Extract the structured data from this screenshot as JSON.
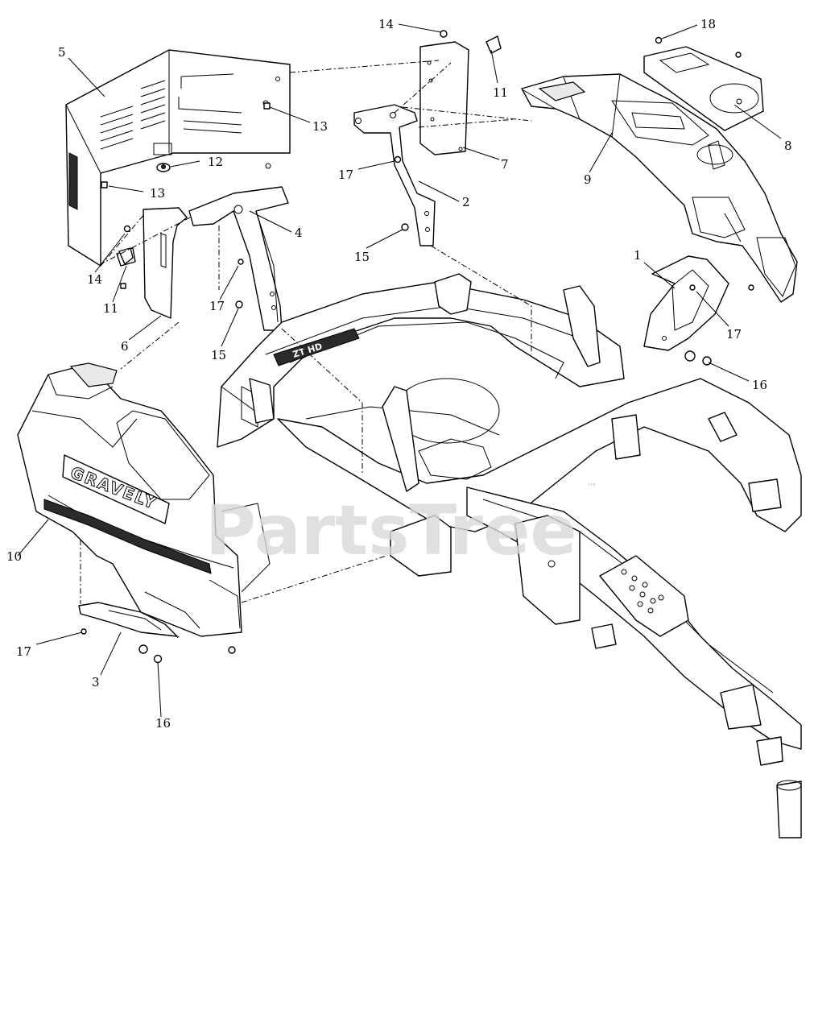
{
  "diagram": {
    "watermark": "PartsTree",
    "watermark_mark": "™",
    "decals": {
      "hood_brand": "GRAVELY",
      "frame_model": "ZT HD"
    },
    "callouts": {
      "c5": "5",
      "c13a": "13",
      "c12": "12",
      "c13b": "13",
      "c14a": "14",
      "c11a": "11",
      "c6": "6",
      "c4": "4",
      "c17a": "17",
      "c15a": "15",
      "c14b": "14",
      "c11b": "11",
      "c7": "7",
      "c17b": "17",
      "c2": "2",
      "c15b": "15",
      "c18": "18",
      "c8": "8",
      "c9": "9",
      "c1": "1",
      "c17c": "17",
      "c16a": "16",
      "c10": "10",
      "c17d": "17",
      "c3": "3",
      "c16b": "16"
    }
  }
}
